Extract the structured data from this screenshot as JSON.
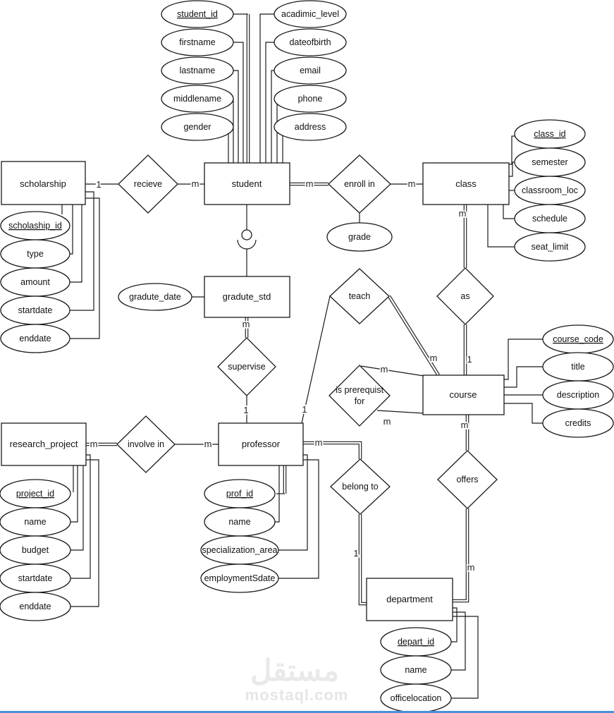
{
  "entities": {
    "student": {
      "label": "student"
    },
    "scholarship": {
      "label": "scholarship"
    },
    "class": {
      "label": "class"
    },
    "gradute_std": {
      "label": "gradute_std"
    },
    "course": {
      "label": "course"
    },
    "professor": {
      "label": "professor"
    },
    "research_project": {
      "label": "research_project"
    },
    "department": {
      "label": "department"
    }
  },
  "attributes": {
    "student": [
      "student_id",
      "firstname",
      "lastname",
      "middlename",
      "gender",
      "acadimic_level",
      "dateofbirth",
      "email",
      "phone",
      "address"
    ],
    "class": [
      "class_id",
      "semester",
      "classroom_loc",
      "schedule",
      "seat_limit"
    ],
    "scholarship": [
      "scholaship_id",
      "type",
      "amount",
      "startdate",
      "enddate"
    ],
    "gradute_std": [
      "gradute_date"
    ],
    "course": [
      "course_code",
      "title",
      "description",
      "credits"
    ],
    "professor": [
      "prof_id",
      "name",
      "specialization_area",
      "employmentSdate"
    ],
    "research_project": [
      "project_id",
      "name",
      "budget",
      "startdate",
      "enddate"
    ],
    "department": [
      "depart_id",
      "name",
      "officelocation"
    ],
    "enroll_in": [
      "grade"
    ]
  },
  "relationships": {
    "recieve": "recieve",
    "enroll_in": "enroll in",
    "as": "as",
    "teach": "teach",
    "supervise": "supervise",
    "is_prerequist_l1": "is prerequist",
    "is_prerequist_l2": "for",
    "involve_in": "involve in",
    "belong_to": "belong to",
    "offers": "offers"
  },
  "card": {
    "m": "m",
    "one": "1"
  },
  "watermark": {
    "logo_ar": "مستقل",
    "site": "mostaql.com"
  },
  "colors": {
    "stroke": "#1a1a1a",
    "bottom_line": "#4a90d9",
    "watermark": "#e9e9e9"
  }
}
